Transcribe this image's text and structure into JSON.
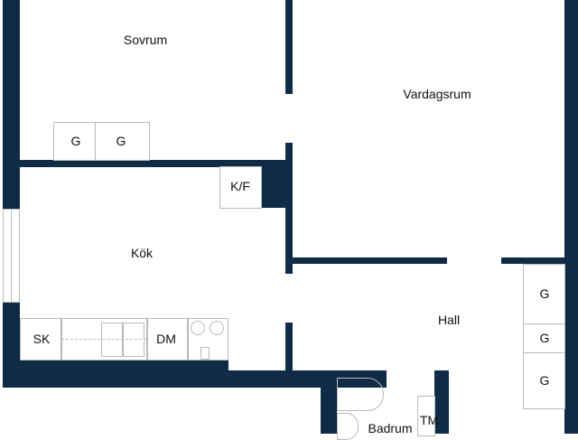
{
  "rooms": {
    "bedroom": "Sovrum",
    "living_room": "Vardagsrum",
    "kitchen": "Kök",
    "hall": "Hall",
    "bathroom": "Badrum"
  },
  "fixtures": {
    "bedroom_wardrobe_1": "G",
    "bedroom_wardrobe_2": "G",
    "fridge_freezer": "K/F",
    "pantry_cabinet": "SK",
    "dishwasher": "DM",
    "hall_wardrobe_1": "G",
    "hall_wardrobe_2": "G",
    "hall_wardrobe_3": "G",
    "washing_machine": "TM"
  },
  "colors": {
    "wall": "#0f2b45",
    "fixture_line": "#b9b9b9"
  }
}
